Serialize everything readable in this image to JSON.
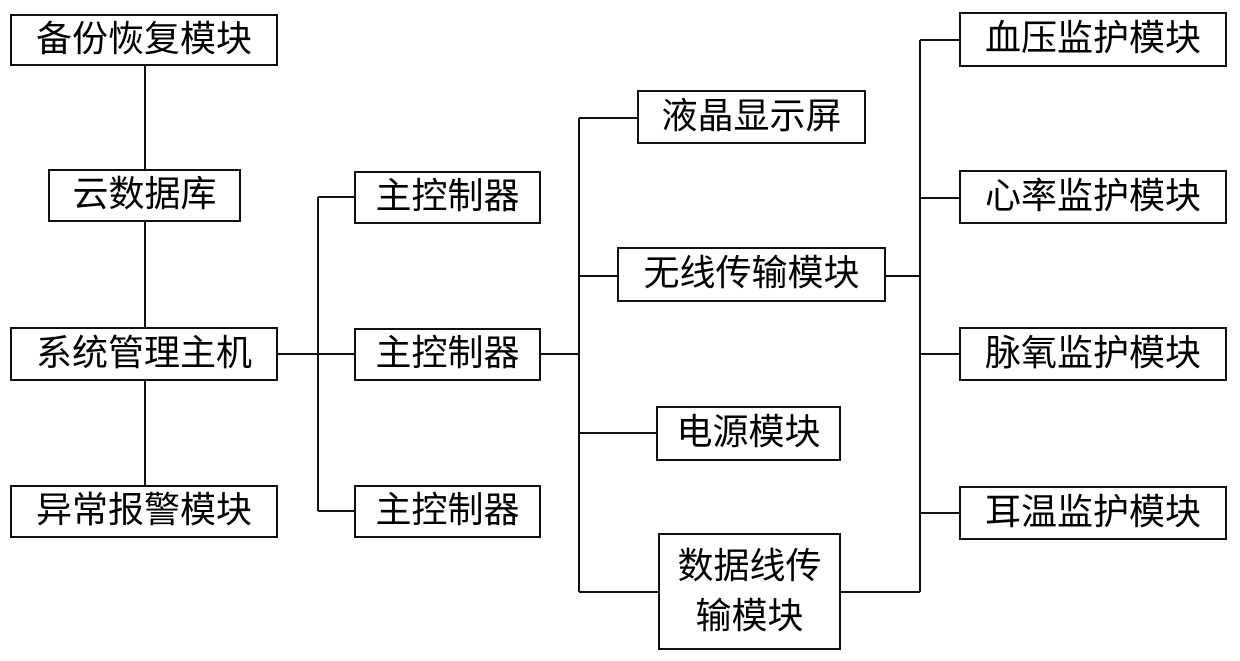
{
  "nodes": {
    "backup_restore": "备份恢复模块",
    "cloud_db": "云数据库",
    "system_host": "系统管理主机",
    "alarm": "异常报警模块",
    "controller_1": "主控制器",
    "controller_2": "主控制器",
    "controller_3": "主控制器",
    "lcd": "液晶显示屏",
    "wireless": "无线传输模块",
    "power": "电源模块",
    "data_line": "数据线传输模块",
    "bp": "血压监护模块",
    "heart_rate": "心率监护模块",
    "spo2": "脉氧监护模块",
    "ear_temp": "耳温监护模块"
  },
  "colors": {
    "line": "#111111",
    "border": "#111111",
    "text": "#000000"
  }
}
